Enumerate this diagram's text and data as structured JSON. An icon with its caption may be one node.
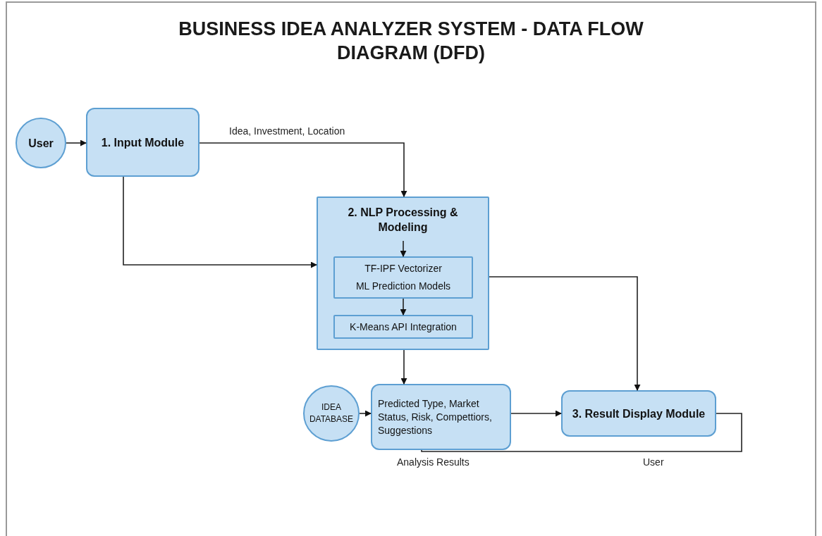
{
  "diagram": {
    "title": "BUSINESS IDEA ANALYZER SYSTEM - DATA FLOW DIAGRAM (DFD)",
    "nodes": [
      {
        "text": [
          "User"
        ]
      },
      {
        "text": [
          "1. Input Module"
        ]
      },
      {
        "text": [
          "2. NLP Processing & Modeling"
        ]
      },
      {
        "text": [
          "TF-IPF Vectorizer",
          "ML Prediction Models"
        ],
        "in": 2
      },
      {
        "text": [
          "K-Means API Integration"
        ],
        "in": 2
      },
      {
        "text": [
          "IDEA DATABASE"
        ]
      },
      {
        "text": [
          "Predicted Type, Market Status, Risk, Compettiors, Suggestions"
        ]
      },
      {
        "text": [
          "3. Result Display Module"
        ]
      }
    ],
    "edges": [
      {
        "from": 0,
        "to": 1,
        "arrow": "to"
      },
      {
        "from": 1,
        "to": 2,
        "arrow": "to",
        "label": "Idea, Investment, Location"
      },
      {
        "from": 1,
        "to": 2,
        "arrow": "to"
      },
      {
        "from": null,
        "to": 3,
        "arrow": "to"
      },
      {
        "from": 3,
        "to": 4,
        "arrow": "to"
      },
      {
        "from": 2,
        "to": 6,
        "arrow": "to"
      },
      {
        "from": 2,
        "to": 7,
        "arrow": "to"
      },
      {
        "from": 5,
        "to": 6,
        "arrow": "to"
      },
      {
        "from": 6,
        "to": 7,
        "arrow": "to"
      },
      {
        "from": 7,
        "to": 6,
        "arrow": "none"
      }
    ],
    "labels": [
      "Analysis Results",
      "User"
    ]
  }
}
